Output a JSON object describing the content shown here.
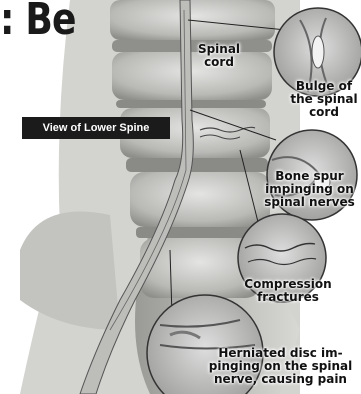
{
  "header": {
    "title_fragment": ": Be"
  },
  "badge": {
    "label": "View of Lower Spine"
  },
  "labels": {
    "spinal_cord": "Spinal\ncord",
    "bulge": "Bulge of\nthe spinal\ncord",
    "bone_spur": "Bone spur\nimpinging on\nspinal nerves",
    "compression": "Compression\nfractures",
    "herniated": "Herniated disc im-\npinging on the spinal\nnerve, causing pain"
  }
}
